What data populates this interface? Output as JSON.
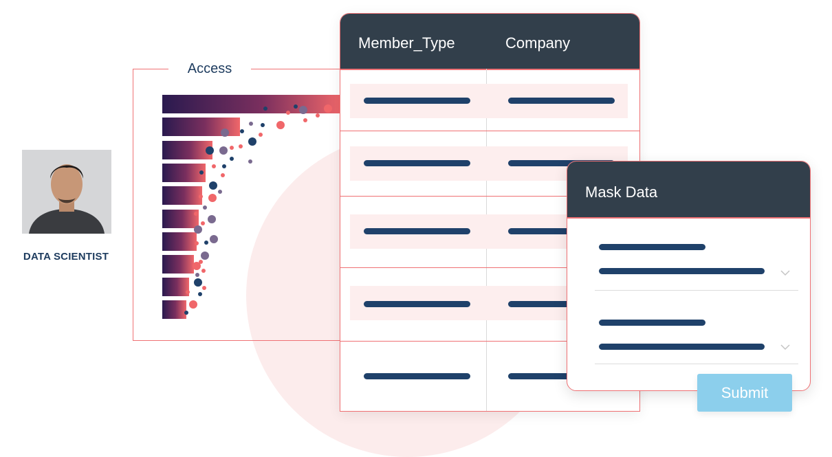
{
  "persona": {
    "label": "DATA SCIENTIST"
  },
  "access_panel": {
    "title": "Access"
  },
  "table": {
    "columns": [
      "Member_Type",
      "Company"
    ],
    "row_count": 5
  },
  "mask_dialog": {
    "title": "Mask Data",
    "field_count": 2,
    "submit_label": "Submit"
  },
  "colors": {
    "header_dark": "#323f4b",
    "accent_coral": "#ef7073",
    "placeholder_navy": "#1f416a",
    "row_highlight": "#fdeeee",
    "submit_blue": "#8ccfec"
  }
}
